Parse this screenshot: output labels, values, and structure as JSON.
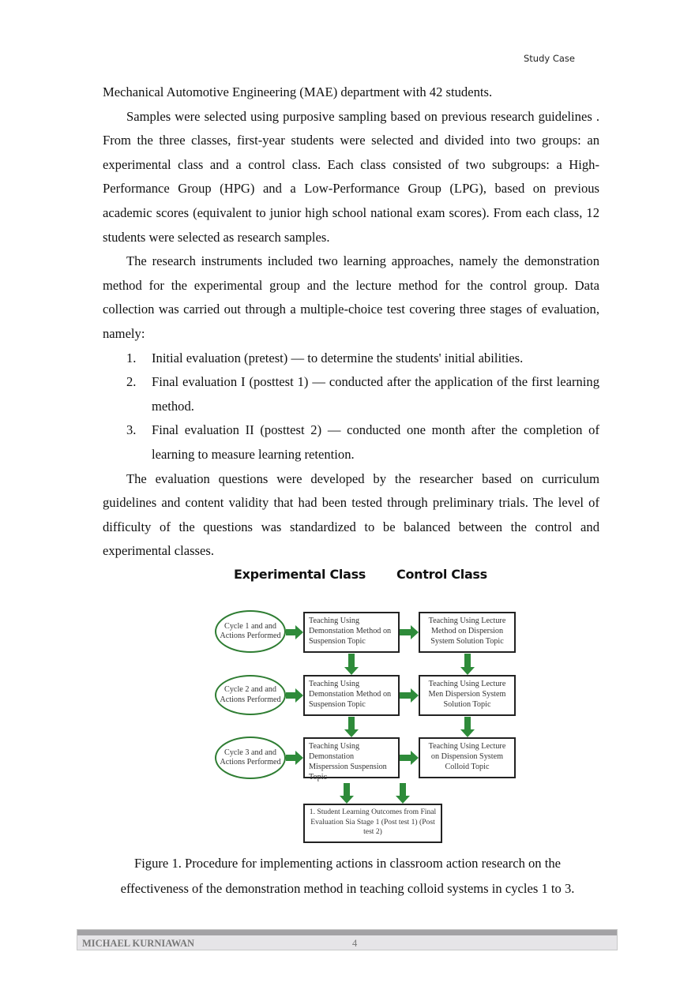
{
  "header": {
    "running_title": "Study Case"
  },
  "paragraphs": [
    "Mechanical Automotive Engineering (MAE) department with 42 students.",
    "Samples were selected using purposive sampling based on previous research guidelines . From the three classes, first-year students were selected and divided into two groups: an experimental class and a control class. Each class consisted of two subgroups: a High-Performance Group (HPG) and a Low-Performance Group (LPG), based on previous academic scores (equivalent to junior high school national exam scores). From each class, 12 students were selected as research samples.",
    "The research instruments included two learning approaches, namely the demonstration method for the experimental group and the lecture method for the control group. Data collection was carried out through a multiple-choice test covering three stages of evaluation, namely:"
  ],
  "list": [
    {
      "num": "1.",
      "text": "Initial evaluation (pretest) — to determine the students' initial abilities."
    },
    {
      "num": "2.",
      "text": "Final evaluation I (posttest 1) — conducted after the application of the first learning method."
    },
    {
      "num": "3.",
      "text": "Final evaluation II (posttest 2) — conducted one month after the completion of learning to measure learning retention."
    }
  ],
  "paragraph_after": "The evaluation questions were developed by the researcher based on curriculum guidelines and content validity that had been tested through preliminary trials. The level of difficulty of the questions was standardized to be balanced between the control and experimental classes.",
  "figure": {
    "title_left": "Experimental Class",
    "title_right": "Control Class",
    "accent_color": "#2e7d32",
    "cycles": [
      "Cycle 1 and and Actions Performed",
      "Cycle 2 and and Actions Performed",
      "Cycle 3 and and Actions Performed"
    ],
    "experimental": [
      "Teaching Using Demonstation Method on Suspension Topic",
      "Teaching Using Demonstation Method on Suspension Topic",
      "Teaching Using Demonstation Misperssion Suspension Topic"
    ],
    "control": [
      "Teaching Using Lecture Method on Dispersion System Solution Topic",
      "Teaching Using Lecture Men Dispersion System Solution Topic",
      "Teaching Using Lecture on Dispension System Colloid Topic"
    ],
    "outcome": "1. Student Learning Outcomes from Final Evaluation Sia Stage 1 (Post test 1) (Post test 2)"
  },
  "caption": {
    "line1": "Figure 1. Procedure for implementing actions in classroom action research on the",
    "line2": "effectiveness of the demonstration method in teaching colloid systems in cycles 1 to 3."
  },
  "footer": {
    "author": "MICHAEL KURNIAWAN",
    "page": "4"
  }
}
